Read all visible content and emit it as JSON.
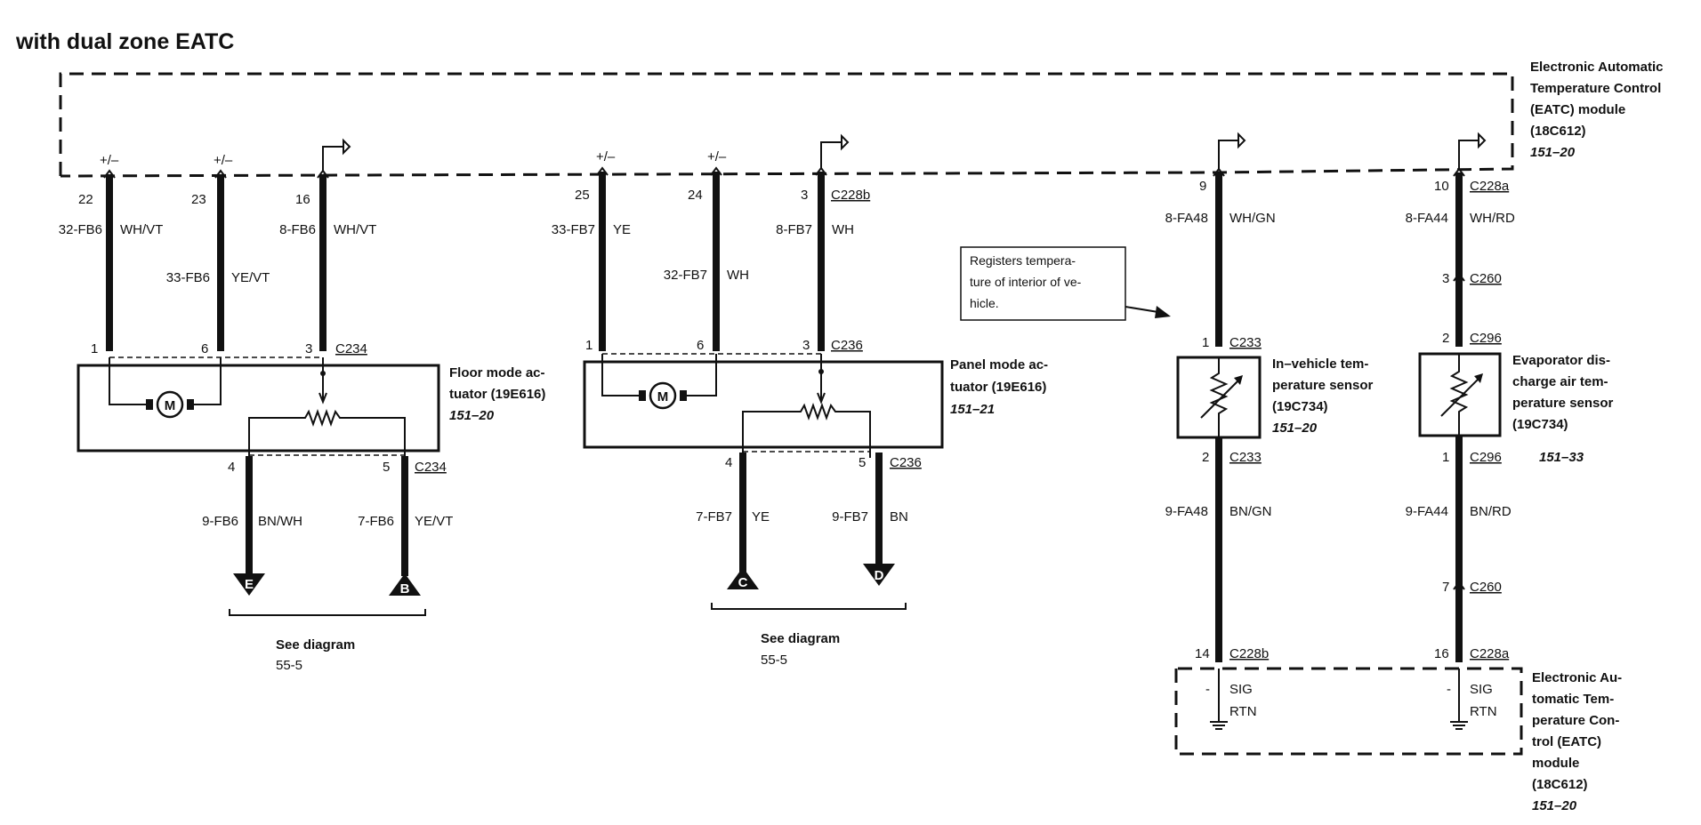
{
  "title": "with dual zone EATC",
  "module_top": {
    "lines": [
      "Electronic Automatic",
      "Temperature Control",
      "(EATC) module",
      "(18C612)"
    ],
    "ref": "151–20"
  },
  "module_bottom": {
    "lines": [
      "Electronic Au-",
      "tomatic Tem-",
      "perature Con-",
      "trol (EATC)",
      "module",
      "(18C612)"
    ],
    "ref": "151–20",
    "sig": "SIG",
    "rtn": "RTN",
    "dash": "-"
  },
  "polarity": "+/–",
  "wires": {
    "w22": {
      "pin": "22",
      "circuit": "32-FB6",
      "color": "WH/VT"
    },
    "w23": {
      "pin": "23",
      "circuit": "33-FB6",
      "color": "YE/VT"
    },
    "w16": {
      "pin": "16",
      "circuit": "8-FB6",
      "color": "WH/VT"
    },
    "w25": {
      "pin": "25",
      "circuit": "33-FB7",
      "color": "YE"
    },
    "w24": {
      "pin": "24",
      "circuit": "32-FB7",
      "color": "WH"
    },
    "w3": {
      "pin": "3",
      "circuit": "8-FB7",
      "color": "WH",
      "connector": "C228b"
    },
    "w9": {
      "pin": "9",
      "circuit": "8-FA48",
      "color": "WH/GN"
    },
    "w10": {
      "pin": "10",
      "circuit": "8-FA44",
      "color": "WH/RD",
      "connector": "C228a"
    },
    "fb6_9": {
      "pin": "4",
      "circuit": "9-FB6",
      "color": "BN/WH"
    },
    "fb6_7": {
      "pin": "5",
      "circuit": "7-FB6",
      "color": "YE/VT",
      "connector": "C234"
    },
    "fb7_7": {
      "pin": "4",
      "circuit": "7-FB7",
      "color": "YE"
    },
    "fb7_9": {
      "pin": "5",
      "circuit": "9-FB7",
      "color": "BN",
      "connector": "C236"
    },
    "fa48_9": {
      "pin": "2",
      "circuit": "9-FA48",
      "color": "BN/GN",
      "connector": "C233"
    },
    "fa44_9": {
      "pin": "1",
      "circuit": "9-FA44",
      "color": "BN/RD",
      "connector": "C296"
    }
  },
  "floor_actuator": {
    "pins": [
      "1",
      "6",
      "3"
    ],
    "connector": "C234",
    "lines": [
      "Floor mode ac-",
      "tuator (19E616)"
    ],
    "ref": "151–20",
    "motor": "M"
  },
  "panel_actuator": {
    "pins": [
      "1",
      "6",
      "3"
    ],
    "connector": "C236",
    "lines": [
      "Panel mode ac-",
      "tuator (19E616)"
    ],
    "ref": "151–21",
    "motor": "M"
  },
  "c260_top": {
    "pin": "3",
    "connector": "C260"
  },
  "c296_top": {
    "pin": "2",
    "connector": "C296"
  },
  "c260_bottom": {
    "pin": "7",
    "connector": "C260"
  },
  "c233_top": {
    "pin": "1",
    "connector": "C233"
  },
  "mod_in_14": {
    "pin": "14",
    "connector": "C228b"
  },
  "mod_in_16": {
    "pin": "16",
    "connector": "C228a"
  },
  "in_vehicle_sensor": {
    "lines": [
      "In–vehicle tem-",
      "perature sensor",
      "(19C734)"
    ],
    "ref": "151–20"
  },
  "evap_sensor": {
    "lines": [
      "Evaporator dis-",
      "charge air tem-",
      "perature sensor",
      "(19C734)"
    ],
    "ref": "151–33"
  },
  "note": {
    "lines": [
      "Registers tempera-",
      "ture of interior of ve-",
      "hicle."
    ]
  },
  "connectors_off": {
    "E": "E",
    "B": "B",
    "C": "C",
    "D": "D"
  },
  "see_diagram_1": {
    "label": "See diagram",
    "ref": "55-5"
  },
  "see_diagram_2": {
    "label": "See diagram",
    "ref": "55-5"
  }
}
